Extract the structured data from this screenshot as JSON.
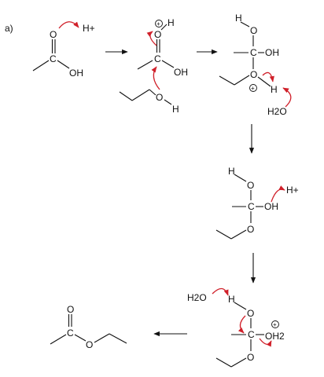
{
  "part_label": "a)",
  "atoms": {
    "O": "O",
    "C": "C",
    "OH": "OH",
    "H": "H",
    "H_plus": "H+",
    "H2O": "H2O",
    "OH2": "OH2",
    "plus": "+"
  },
  "colors": {
    "ink": "#111111",
    "mechanism_arrow": "#d0202a",
    "background": "#ffffff"
  }
}
